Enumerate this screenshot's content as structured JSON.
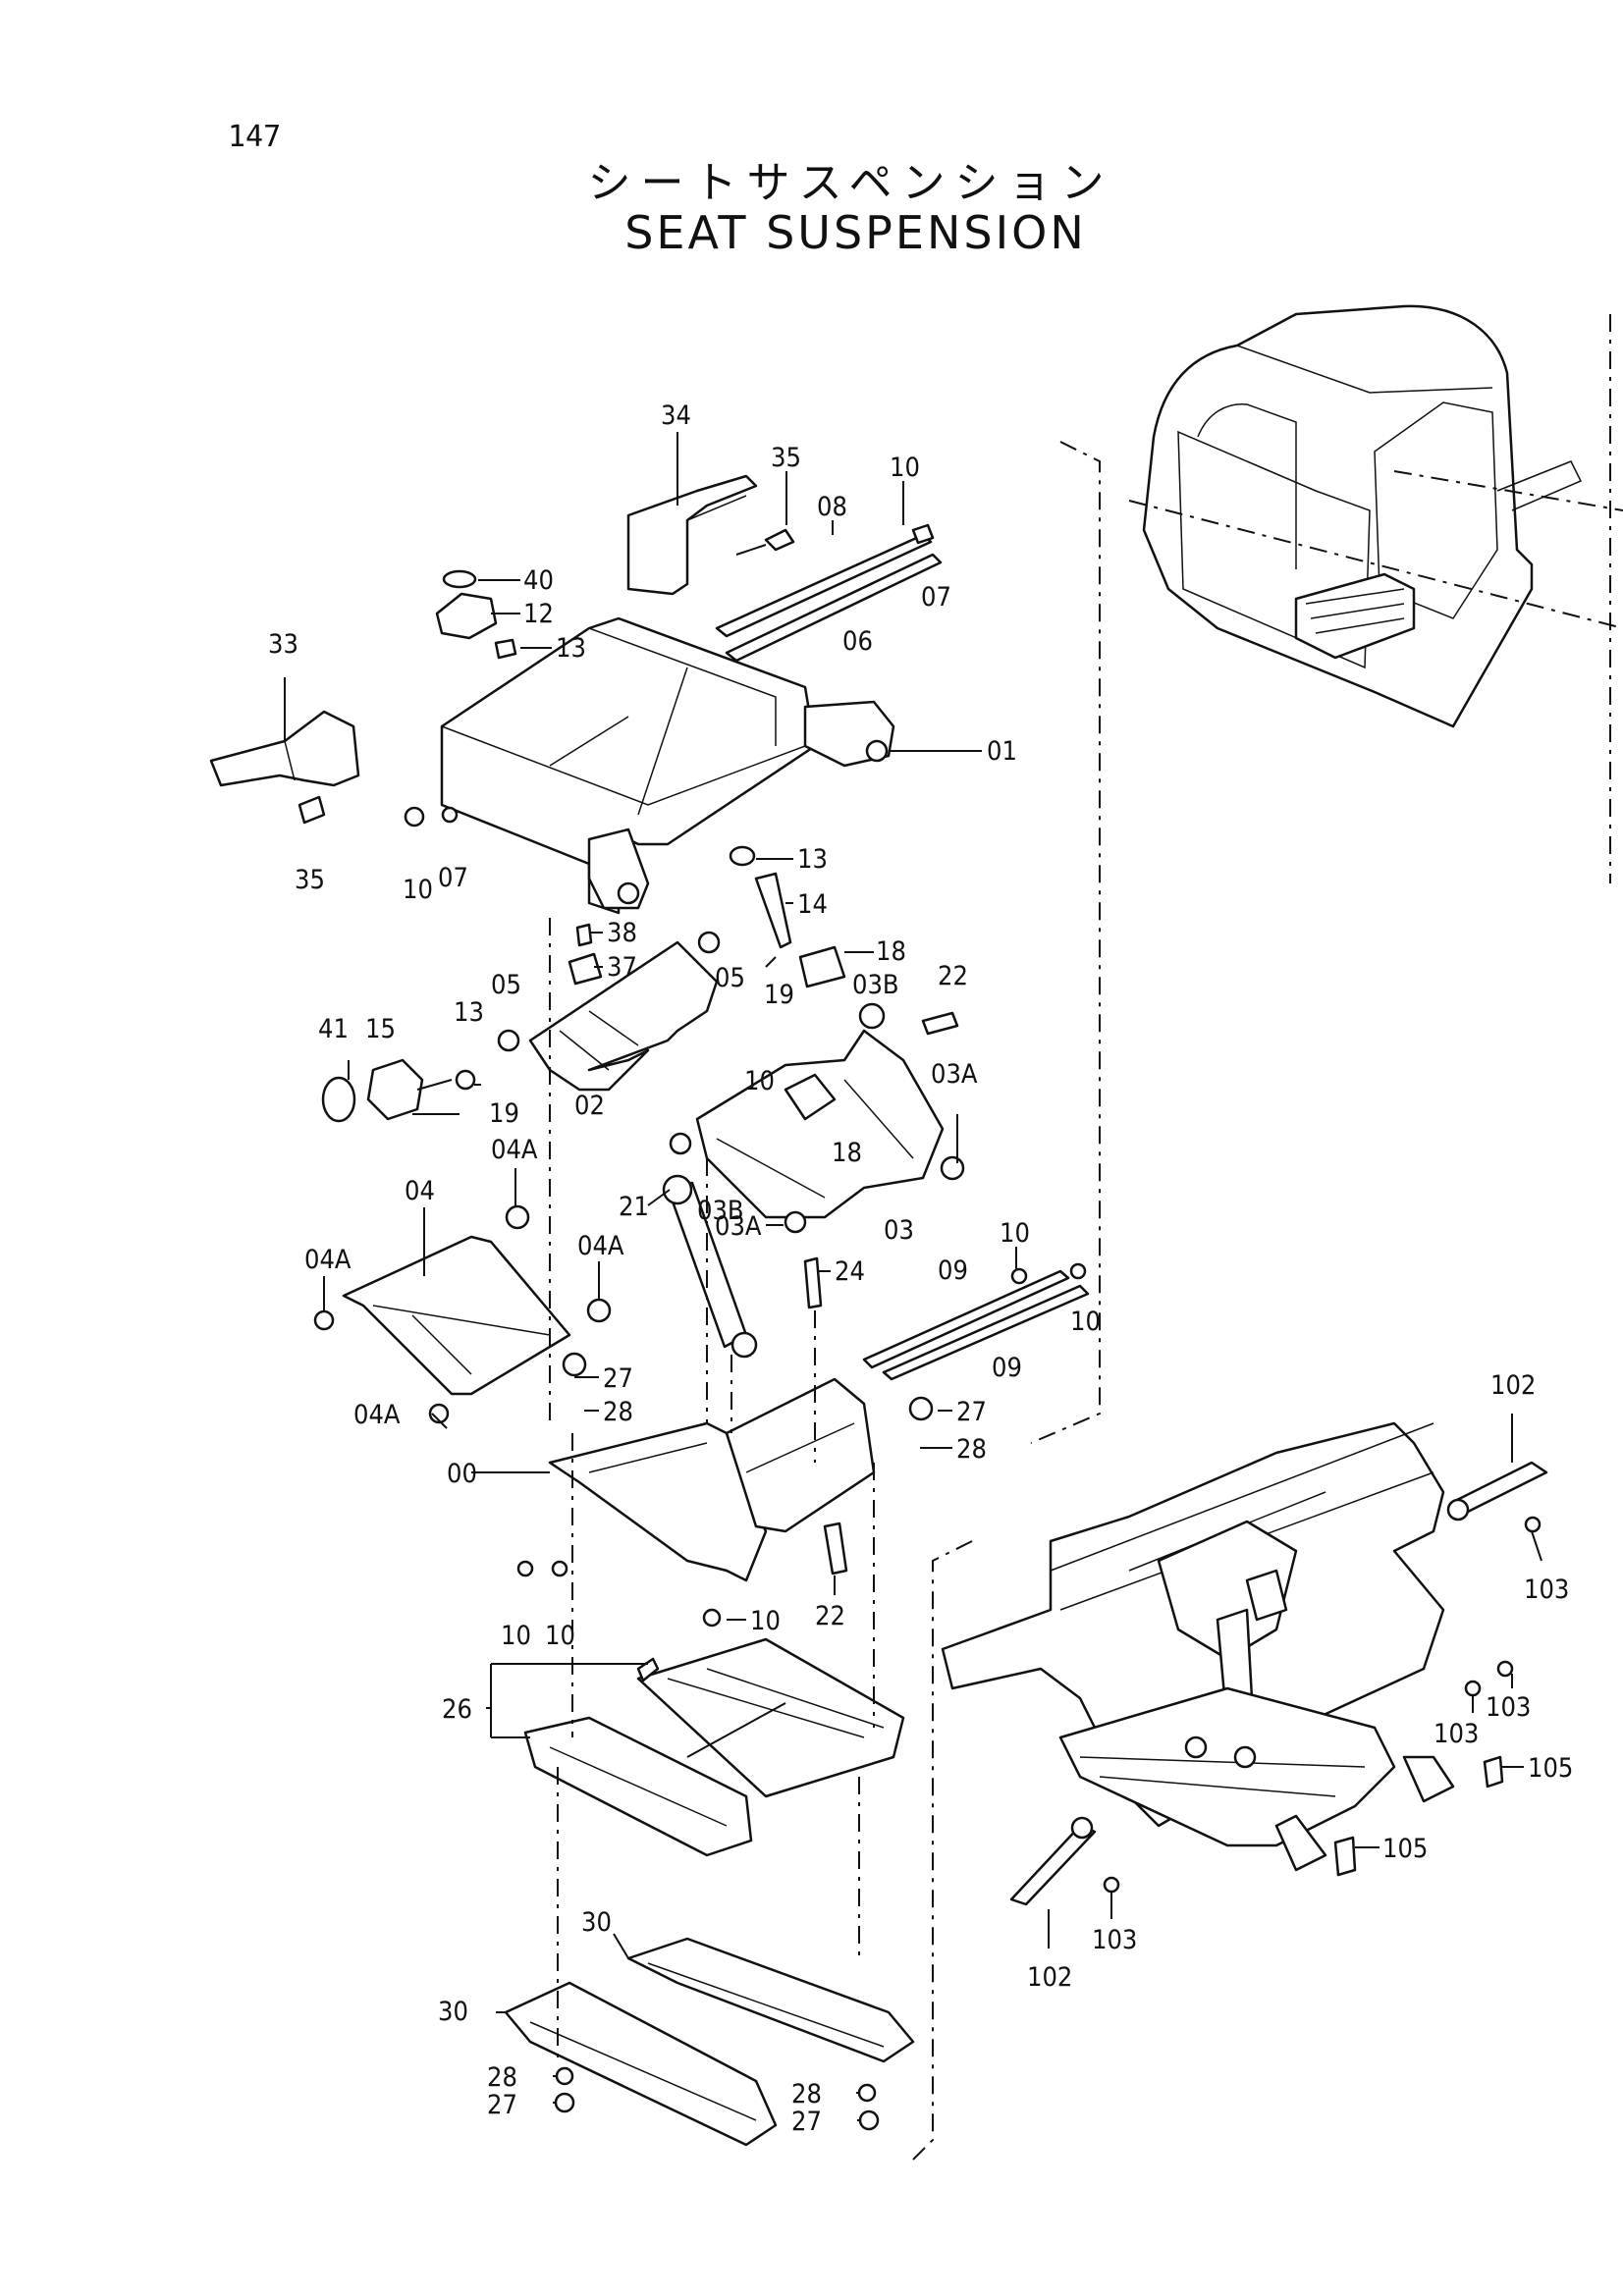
{
  "page": {
    "number": "147"
  },
  "title": {
    "japanese": "シートサスペンション",
    "english": "SEAT SUSPENSION"
  },
  "part_labels": {
    "p34": "34",
    "p35a": "35",
    "p10a": "10",
    "p08": "08",
    "p07a": "07",
    "p06": "06",
    "p40": "40",
    "p12": "12",
    "p13a": "13",
    "p33": "33",
    "p01": "01",
    "p35b": "35",
    "p10b": "10",
    "p07b": "07",
    "p13b": "13",
    "p14": "14",
    "p38": "38",
    "p37": "37",
    "p05a": "05",
    "p05b": "05",
    "p18a": "18",
    "p19a": "19",
    "p03B_a": "03B",
    "p22a": "22",
    "p41": "41",
    "p15": "15",
    "p13c": "13",
    "p19b": "19",
    "p02": "02",
    "p10c": "10",
    "p03A_a": "03A",
    "p04A_a": "04A",
    "p18b": "18",
    "p04": "04",
    "p21": "21",
    "p03B_b": "03B",
    "p03A_b": "03A",
    "p03": "03",
    "p04A_b": "04A",
    "p04A_c": "04A",
    "p24": "24",
    "p10d": "10",
    "p09a": "09",
    "p10e": "10",
    "p09b": "09",
    "p27a": "27",
    "p28a": "28",
    "p04A_d": "04A",
    "p27b": "27",
    "p28b": "28",
    "p00": "00",
    "p10f": "10",
    "p10g": "10",
    "p10h": "10",
    "p22b": "22",
    "p26": "26",
    "p30a": "30",
    "p30b": "30",
    "p28c": "28",
    "p27c": "27",
    "p28d": "28",
    "p27d": "27",
    "p102a": "102",
    "p103a": "103",
    "p103b": "103",
    "p103c": "103",
    "p105a": "105",
    "p105b": "105",
    "p103d": "103",
    "p102b": "102"
  }
}
